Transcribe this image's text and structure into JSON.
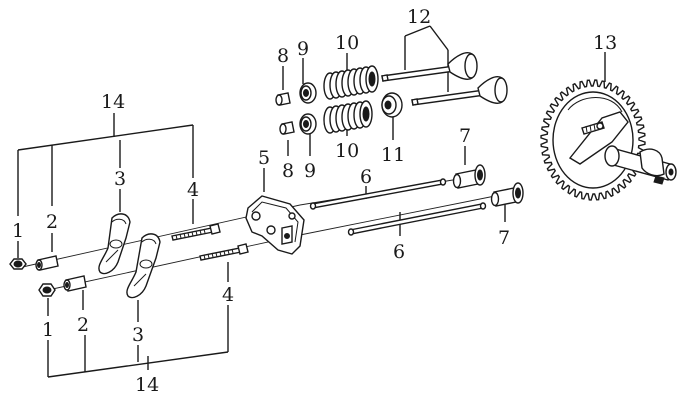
{
  "labels": {
    "n1_top": "1",
    "n1_bot": "1",
    "n2_top": "2",
    "n2_bot": "2",
    "n3_top": "3",
    "n3_bot": "3",
    "n4_top": "4",
    "n4_bot": "4",
    "n5": "5",
    "n6_top": "6",
    "n6_bot": "6",
    "n7_top": "7",
    "n7_bot": "7",
    "n8_top": "8",
    "n8_bot": "8",
    "n9_top": "9",
    "n9_bot": "9",
    "n10_top": "10",
    "n10_bot": "10",
    "n11": "11",
    "n12": "12",
    "n13": "13",
    "n14_top": "14",
    "n14_bot": "14"
  }
}
